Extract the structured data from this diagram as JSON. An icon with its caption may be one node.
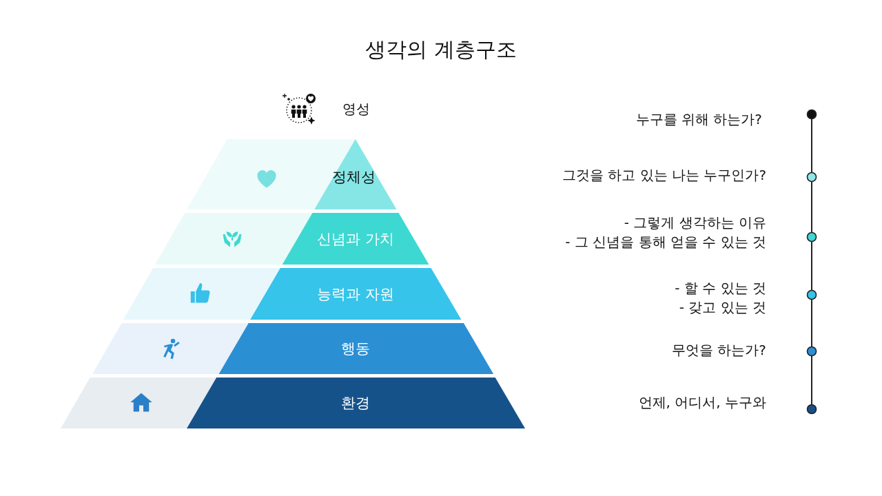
{
  "diagram": {
    "title": "생각의 계층구조",
    "nodes": [
      {
        "text": [
          "정체성"
        ]
      },
      {
        "text": [
          "신념과 가치"
        ]
      },
      {
        "text": [
          "능력과 자원"
        ]
      },
      {
        "text": [
          "행동"
        ]
      },
      {
        "text": [
          "환경"
        ]
      }
    ],
    "labels": [
      "영성",
      "누구를 위해 하는가?",
      "그것을 하고 있는 나는 누구인가?",
      "- 그렇게 생각하는 이유",
      "- 그 신념을 통해 얻을 수 있는 것",
      "- 할 수 있는 것",
      "- 갖고 있는 것",
      "무엇을 하는가?",
      "언제, 어디서, 누구와"
    ]
  }
}
